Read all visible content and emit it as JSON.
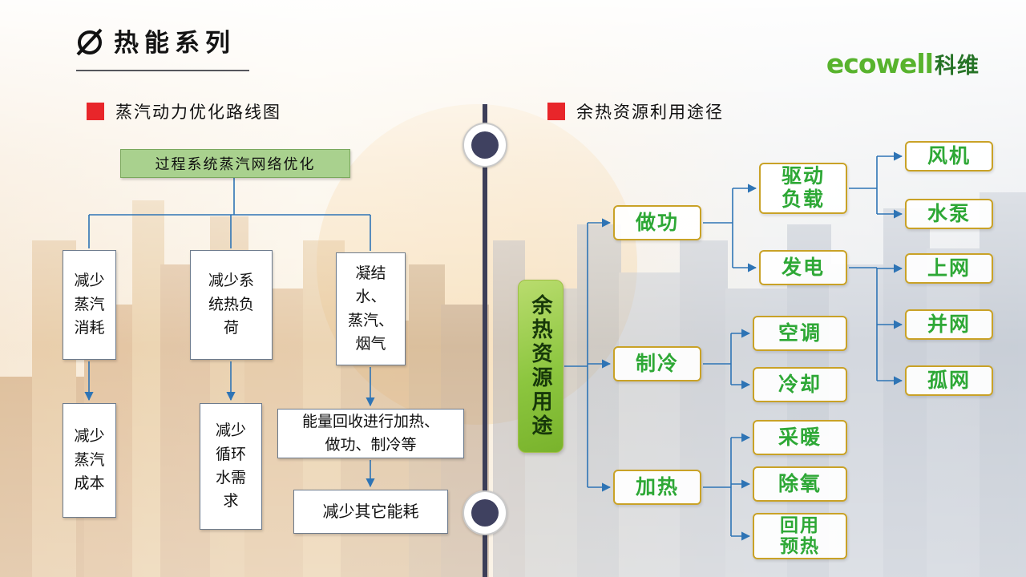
{
  "header": {
    "title": "热能系列",
    "logo_en": "ecowell",
    "logo_cn": "科维"
  },
  "left": {
    "heading": "蒸汽动力优化路线图",
    "root": "过程系统蒸汽网络优化",
    "row1": [
      "减少\n蒸汽\n消耗",
      "减少系\n统热负\n荷",
      "凝结\n水、\n蒸汽、\n烟气"
    ],
    "row2": [
      "减少\n蒸汽\n成本",
      "减少\n循环\n水需\n求",
      "能量回收进行加热、\n做功、制冷等"
    ],
    "final": "减少其它能耗"
  },
  "right": {
    "heading": "余热资源利用途径",
    "root": "余热资源用途",
    "level1": [
      "做功",
      "制冷",
      "加热"
    ],
    "level2": [
      "驱动\n负载",
      "发电",
      "空调",
      "冷却",
      "采暖",
      "除氧",
      "回用\n预热"
    ],
    "level3": [
      "风机",
      "水泵",
      "上网",
      "并网",
      "孤网"
    ]
  },
  "colors": {
    "accent_red": "#e8262a",
    "logo_green": "#58b32d",
    "root_box_green": "#a9d18e",
    "waste_heat_box_green": "#8cc63f",
    "connector_blue": "#2e74b5",
    "gold_border": "#c9a227",
    "leaf_text_green": "#2ea836",
    "divider_navy": "#3c3e58"
  }
}
